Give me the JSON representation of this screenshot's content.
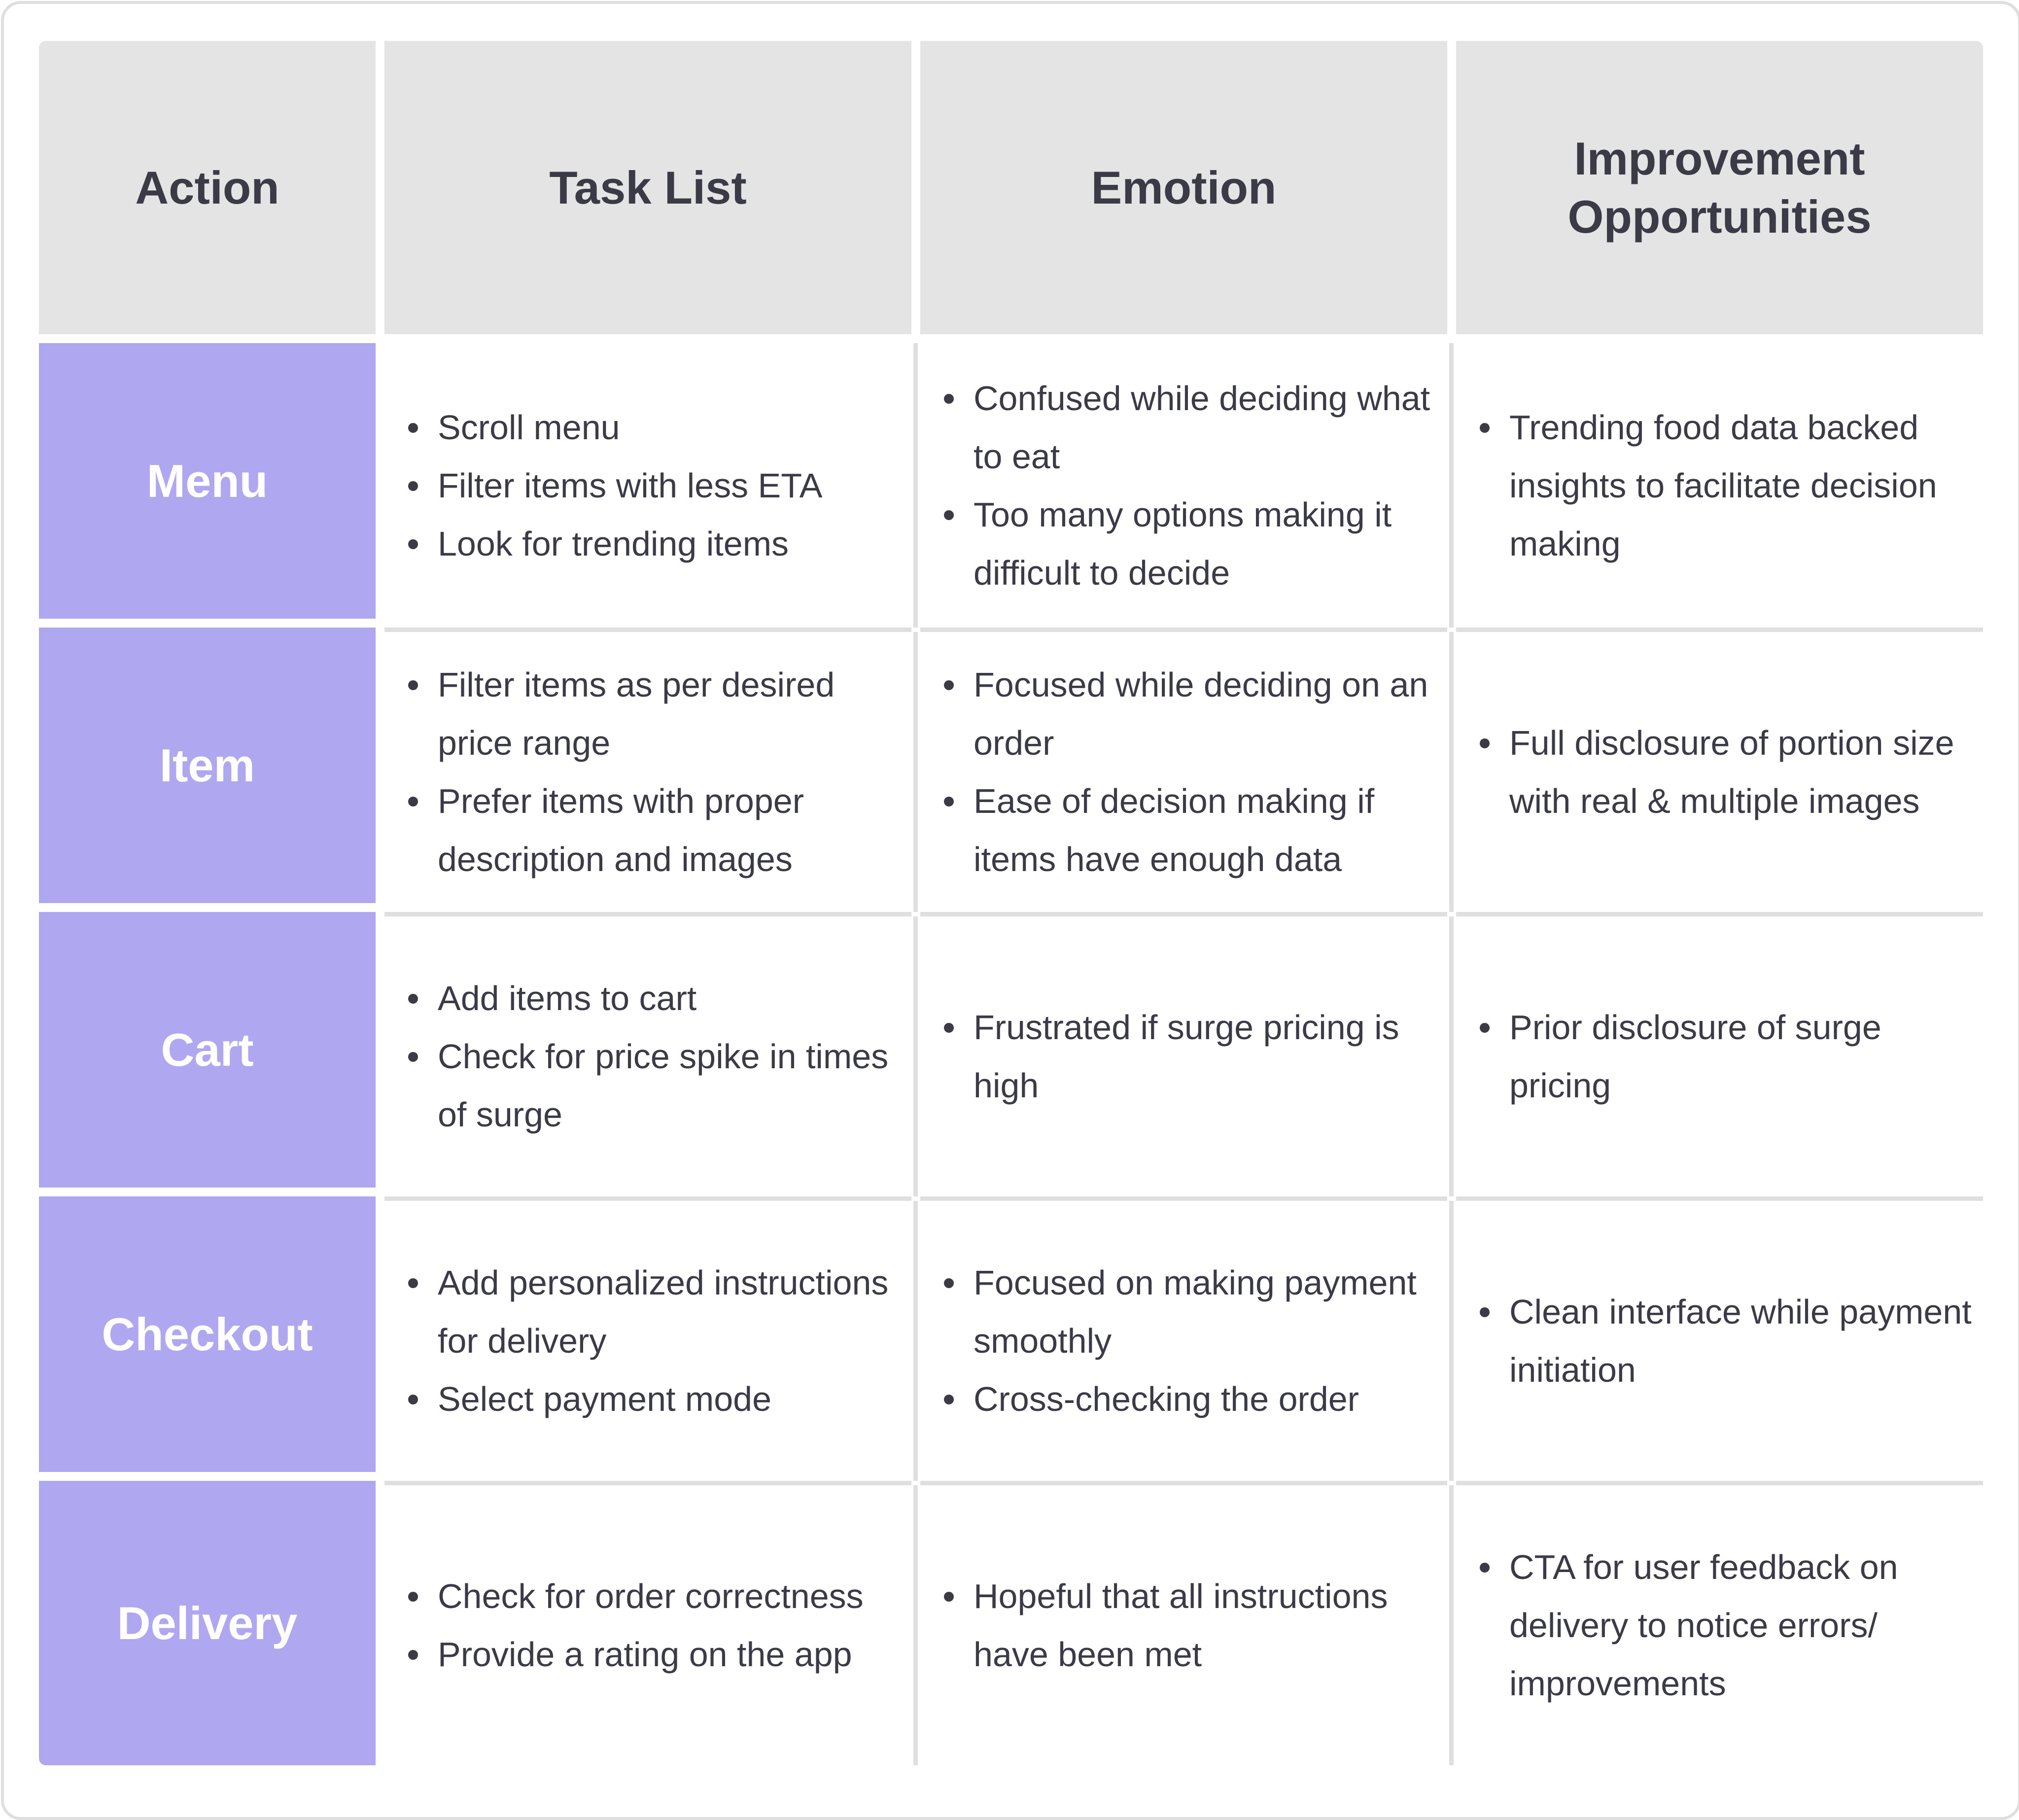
{
  "headers": {
    "action": "Action",
    "task_list": "Task List",
    "emotion": "Emotion",
    "improvement": "Improvement Opportunities"
  },
  "rows": [
    {
      "action": "Menu",
      "tasks": [
        "Scroll menu",
        "Filter items with less ETA",
        "Look for trending items"
      ],
      "emotions": [
        "Confused while deciding what to eat",
        "Too many options making it difficult to decide"
      ],
      "improvements": [
        "Trending food data backed insights to facilitate decision making"
      ]
    },
    {
      "action": "Item",
      "tasks": [
        "Filter items as per desired price range",
        "Prefer items with proper description and images"
      ],
      "emotions": [
        "Focused while deciding on an order",
        "Ease of decision making if items have enough data"
      ],
      "improvements": [
        "Full disclosure of portion size with real & multiple images"
      ]
    },
    {
      "action": "Cart",
      "tasks": [
        "Add items to cart",
        "Check for price spike in times of surge"
      ],
      "emotions": [
        "Frustrated if surge pricing is high"
      ],
      "improvements": [
        "Prior disclosure of surge pricing"
      ]
    },
    {
      "action": "Checkout",
      "tasks": [
        "Add personalized instructions for delivery",
        "Select payment mode"
      ],
      "emotions": [
        "Focused on making payment smoothly",
        "Cross-checking the order"
      ],
      "improvements": [
        "Clean interface while payment initiation"
      ]
    },
    {
      "action": "Delivery",
      "tasks": [
        "Check for order correctness",
        "Provide a rating on the app"
      ],
      "emotions": [
        "Hopeful that all instructions have been met"
      ],
      "improvements": [
        "CTA for user feedback on delivery to notice errors/ improvements"
      ]
    }
  ],
  "colors": {
    "header_bg": "#e4e4e4",
    "action_bg": "#afa8f0",
    "divider": "#dfdfdf",
    "text": "#3b3a47"
  }
}
